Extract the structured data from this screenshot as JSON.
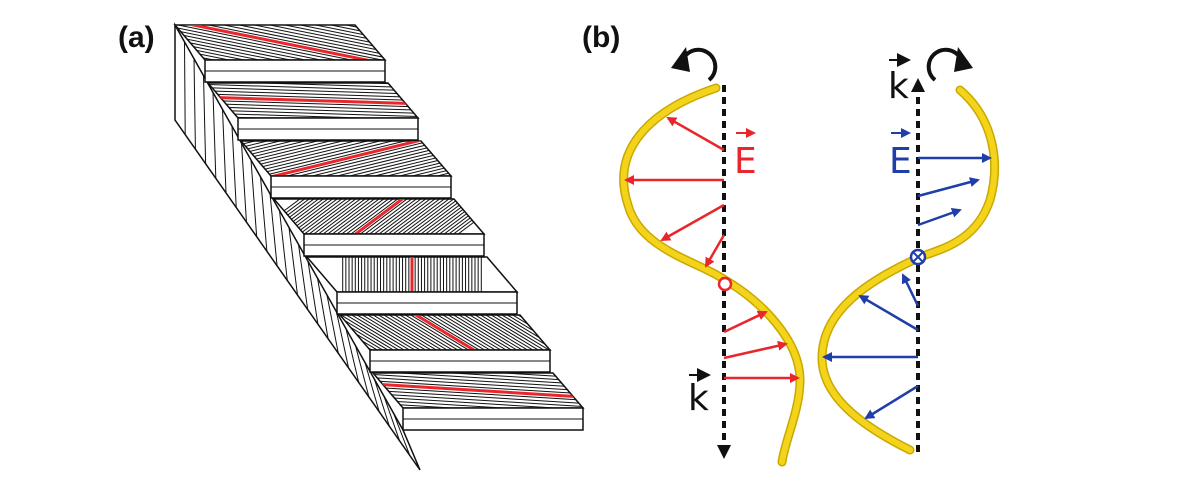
{
  "panels": {
    "a": {
      "label": "(a)"
    },
    "b": {
      "label": "(b)"
    }
  },
  "labels": {
    "left_E": "E",
    "left_k": "k",
    "right_E": "E",
    "right_k": "k"
  },
  "colors": {
    "helix": "#f4d41b",
    "helix_shadow": "#c9a800",
    "left_field": "#e8262c",
    "right_field": "#1f3ea8",
    "axis": "#111111",
    "highlight_fiber": "#e8262c"
  },
  "icons": {
    "left_rotation": "counterclockwise-arrow-icon",
    "right_rotation": "clockwise-arrow-icon",
    "left_origin": "circle-icon",
    "right_origin": "circle-cross-icon"
  }
}
